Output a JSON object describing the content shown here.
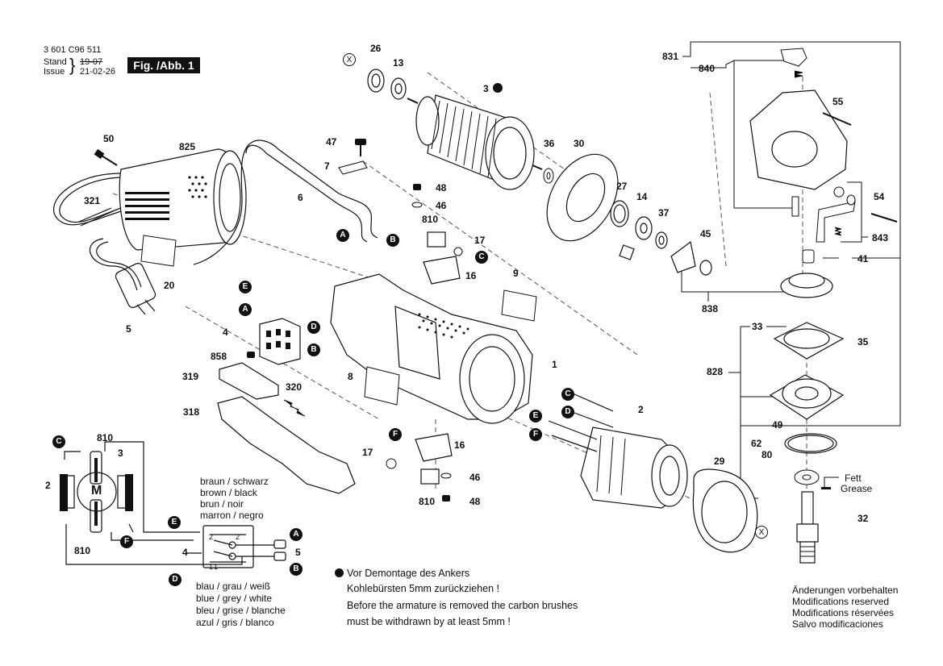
{
  "header": {
    "doc_number": "3 601 C96 511",
    "stand_label": "Stand",
    "issue_label": "Issue",
    "struck_date": "19-07",
    "date": "21-02-26",
    "figure_label": "Fig. /Abb. 1"
  },
  "parts": {
    "p26": "26",
    "p13": "13",
    "p3": "3",
    "p36": "36",
    "p30": "30",
    "p831": "831",
    "p840": "840",
    "p55": "55",
    "p50": "50",
    "p825": "825",
    "p321": "321",
    "p20": "20",
    "p5": "5",
    "p47": "47",
    "p7": "7",
    "p6": "6",
    "p48a": "48",
    "p46a": "46",
    "p810a": "810",
    "p17a": "17",
    "p16a": "16",
    "p27": "27",
    "p14": "14",
    "p37": "37",
    "p45": "45",
    "p54": "54",
    "p843": "843",
    "p41": "41",
    "p838": "838",
    "p9": "9",
    "p1": "1",
    "p4": "4",
    "p858": "858",
    "p319": "319",
    "p320": "320",
    "p318": "318",
    "p8": "8",
    "p33": "33",
    "p35": "35",
    "p828": "828",
    "p49": "49",
    "p62": "62",
    "p80": "80",
    "p2": "2",
    "p29": "29",
    "p32": "32",
    "p17b": "17",
    "p16b": "16",
    "p46b": "46",
    "p810b": "810",
    "p48b": "48"
  },
  "callouts": {
    "X1": "X",
    "X2": "X",
    "A1": "A",
    "B1": "B",
    "C1": "C",
    "E1": "E",
    "A2": "A",
    "D1": "D",
    "B2": "B",
    "C2": "C",
    "E2": "E",
    "D2": "D",
    "F1": "F",
    "F2": "F"
  },
  "fett": {
    "de": "Fett",
    "en": "Grease"
  },
  "wiring": {
    "brush_color_lines": [
      "braun   / schwarz",
      "brown   / black",
      "brun    / noir",
      "marron / negro"
    ],
    "switch_color_lines": [
      "blau / grau / weiß",
      "blue / grey / white",
      "bleu / grise / blanche",
      "azul / gris   / blanco"
    ],
    "labels": {
      "C": "C",
      "p810_top": "810",
      "p3": "3",
      "p2": "2",
      "M": "M",
      "p810_bot": "810",
      "F": "F",
      "E": "E",
      "A": "A",
      "p4": "4",
      "p5": "5",
      "D": "D",
      "B": "B",
      "sw2a": "2",
      "sw2b": "2",
      "sw1a": "1",
      "sw1b": "1"
    }
  },
  "notes": {
    "de_line1": "Vor Demontage des Ankers",
    "de_line2": "Kohlebürsten 5mm zurückziehen !",
    "en_line1": "Before the armature is removed the carbon brushes",
    "en_line2": "must be withdrawn by at least 5mm !"
  },
  "modifications": [
    "Änderungen vorbehalten",
    "Modifications reserved",
    "Modifications réservées",
    "Salvo modificaciones"
  ]
}
